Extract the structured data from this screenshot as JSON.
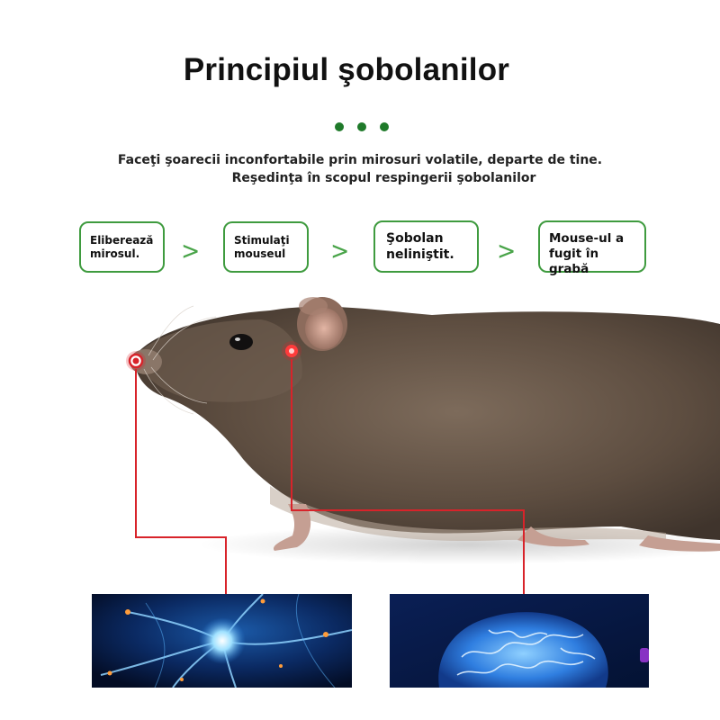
{
  "title": "Principiul şobolanilor",
  "subtitle_line1": "Faceţi şoarecii inconfortabile prin mirosuri volatile, departe de tine.",
  "subtitle_line2": "Reşedinţa în scopul respingerii şobolanilor",
  "steps": [
    {
      "line1": "Eliberează",
      "line2": "mirosul."
    },
    {
      "line1": "Stimulaţi",
      "line2": "mouseul"
    },
    {
      "line1": "Şobolan",
      "line2": "neliniştit."
    },
    {
      "line1": "Mouse-ul a",
      "line2": "fugit în grabă"
    }
  ],
  "arrow_glyph": ">",
  "colors": {
    "accent_green": "#3f9b3f",
    "dot_green": "#1f7a2a",
    "indicator_red": "#d8232a",
    "rat_fur": "#6b5a4c",
    "panel_blue": "#0a2a66"
  },
  "images": [
    "rat-photo",
    "neuron-image",
    "brain-image"
  ]
}
